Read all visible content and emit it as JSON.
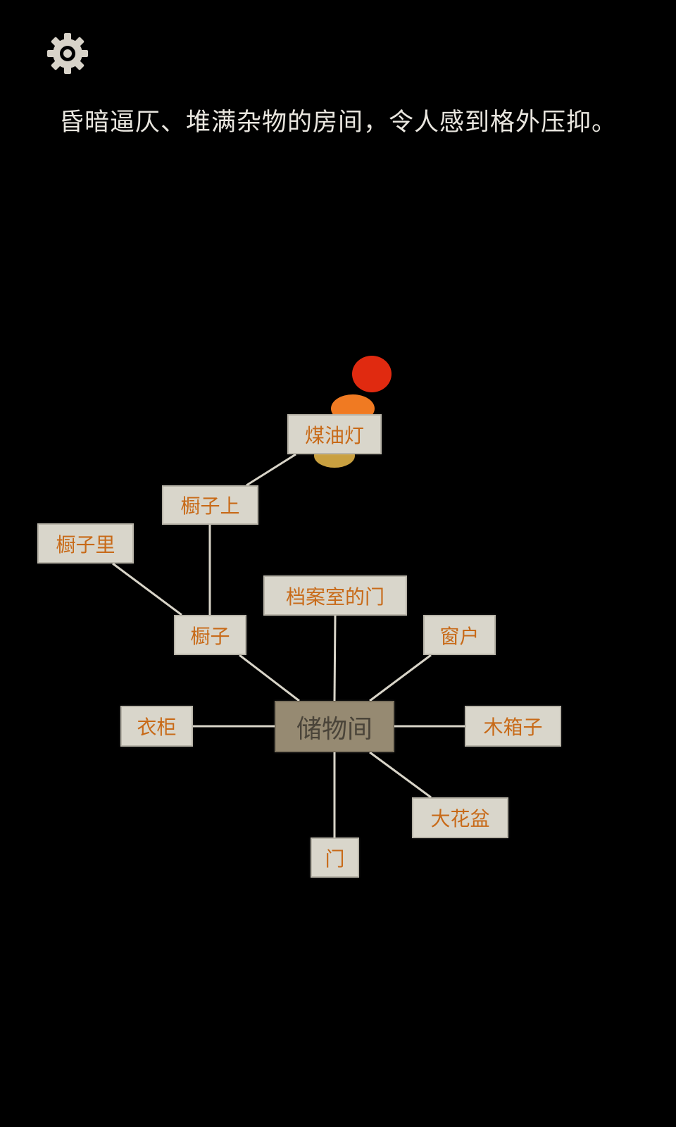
{
  "settings": {
    "icon": "gear-icon"
  },
  "description": "昏暗逼仄、堆满杂物的房间，令人感到格外压抑。",
  "colors": {
    "background": "#000000",
    "node_bg": "#d9d6cb",
    "node_text": "#c86a18",
    "center_bg": "#968a72",
    "center_text": "#4a4439",
    "line": "#d8d4c8"
  },
  "map": {
    "center": {
      "label": "储物间"
    },
    "nodes": [
      {
        "id": "lamp",
        "label": "煤油灯"
      },
      {
        "id": "cabinet_top",
        "label": "橱子上"
      },
      {
        "id": "cabinet_inside",
        "label": "橱子里"
      },
      {
        "id": "archive_door",
        "label": "档案室的门"
      },
      {
        "id": "cabinet",
        "label": "橱子"
      },
      {
        "id": "window",
        "label": "窗户"
      },
      {
        "id": "wardrobe",
        "label": "衣柜"
      },
      {
        "id": "wooden_box",
        "label": "木箱子"
      },
      {
        "id": "flowerpot",
        "label": "大花盆"
      },
      {
        "id": "door",
        "label": "门"
      }
    ]
  }
}
